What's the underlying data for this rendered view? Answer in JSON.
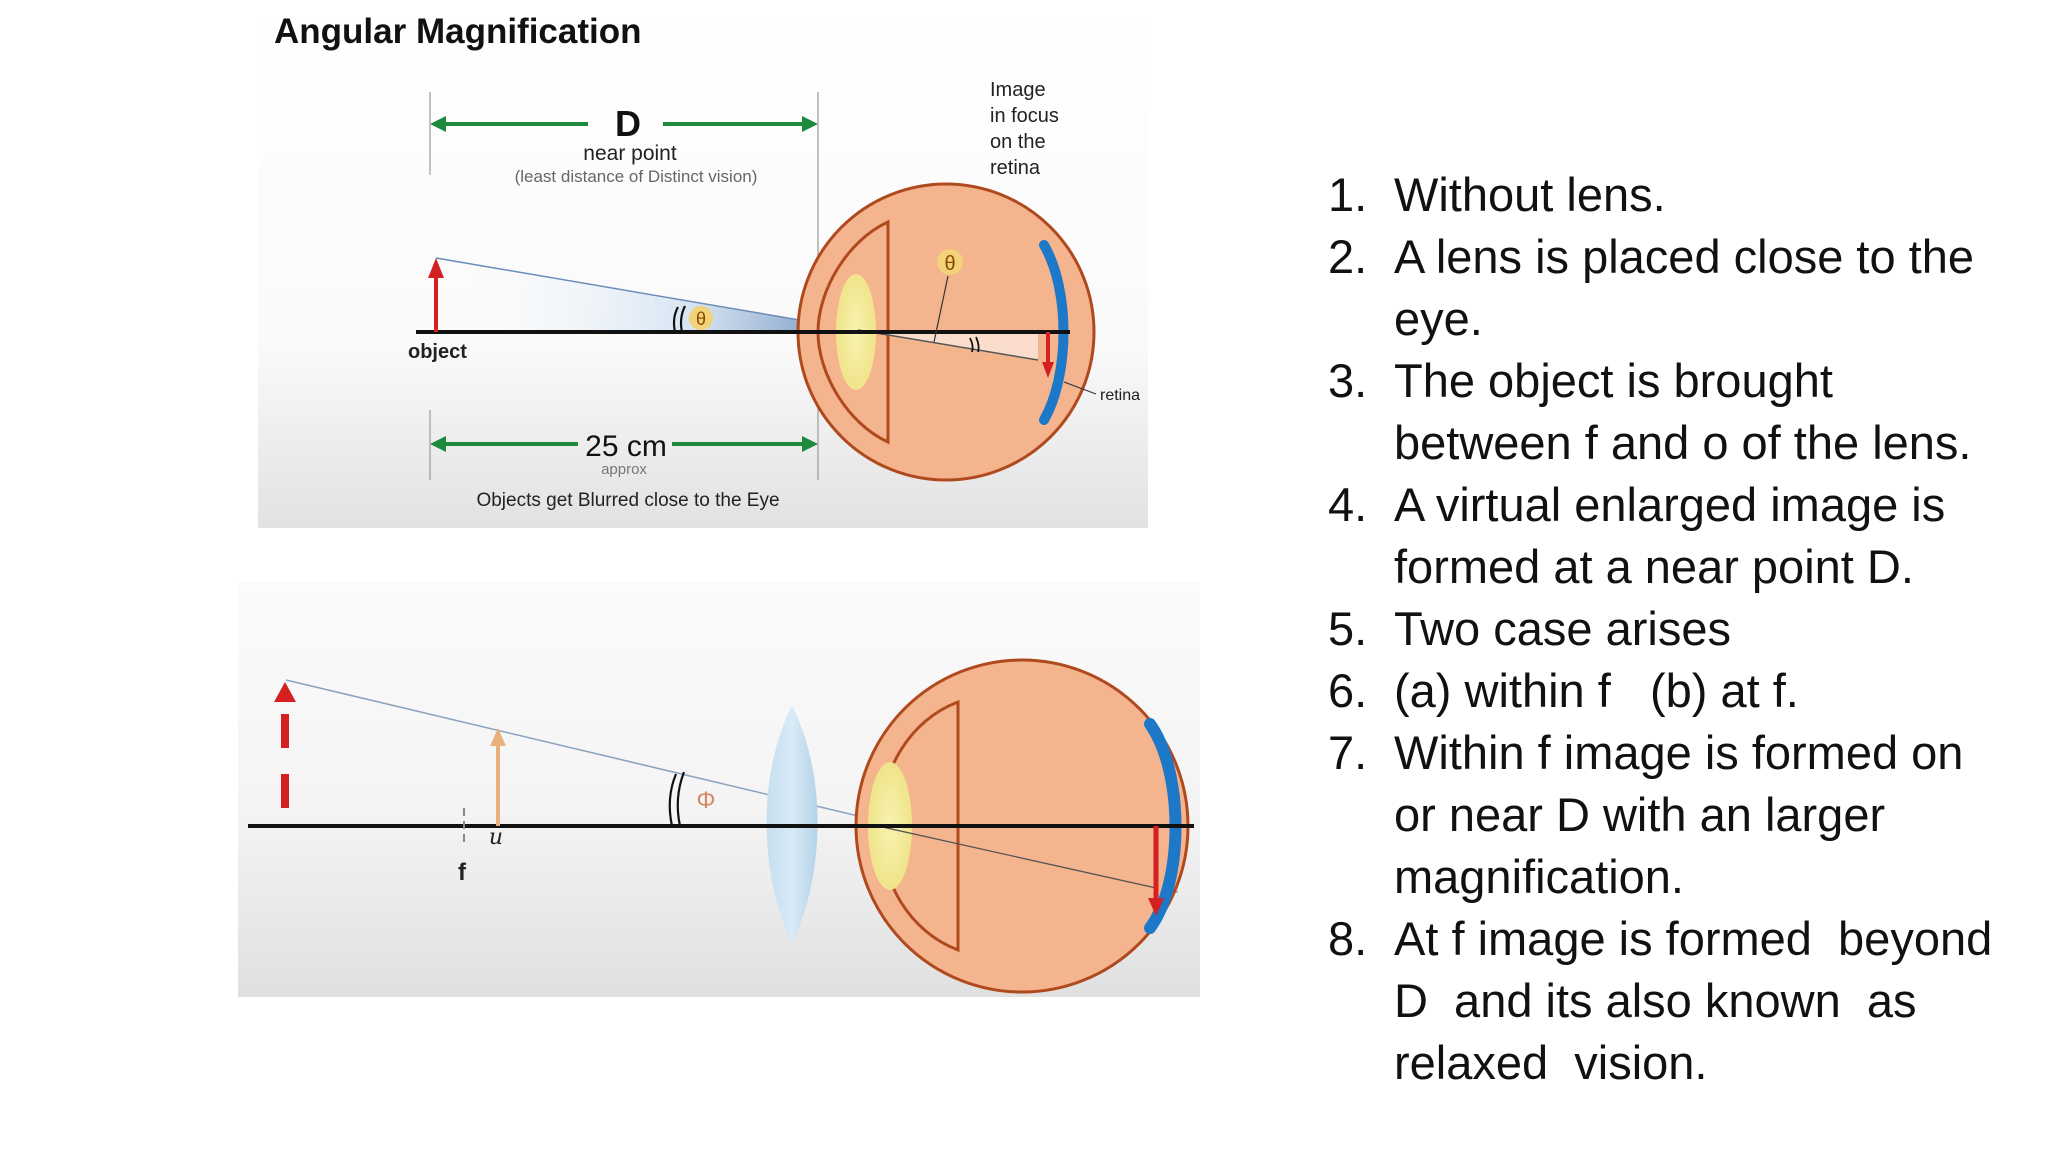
{
  "top_diagram": {
    "title": "Angular Magnification",
    "d_label": "D",
    "near_point_label": "near point",
    "near_point_sub": "(least distance of Distinct vision)",
    "image_focus_lines": [
      "Image",
      "in focus",
      "on the",
      "retina"
    ],
    "theta": "θ",
    "object_label": "object",
    "retina_label": "retina",
    "distance_label": "25 cm",
    "approx_label": "approx",
    "caption": "Objects get Blurred close to the Eye"
  },
  "bottom_diagram": {
    "phi": "Φ",
    "u_label": "u",
    "f_label": "f"
  },
  "steps": [
    {
      "num": "1.",
      "lines": [
        "Without lens."
      ]
    },
    {
      "num": "2.",
      "lines": [
        "A lens is placed close to the",
        "eye."
      ]
    },
    {
      "num": "3.",
      "lines": [
        "The object is brought",
        "between f and o of the lens."
      ]
    },
    {
      "num": "4.",
      "lines": [
        "A virtual enlarged image is",
        "formed at a near point D."
      ]
    },
    {
      "num": "5.",
      "lines": [
        "Two case arises"
      ]
    },
    {
      "num": "6.",
      "lines": [
        "(a) within f   (b) at f."
      ]
    },
    {
      "num": "7.",
      "lines": [
        "Within f image is formed on",
        "or near D with an larger",
        "magnification."
      ]
    },
    {
      "num": "8.",
      "lines": [
        "At f image is formed  beyond",
        "D  and its also known  as",
        "relaxed  vision."
      ]
    }
  ],
  "colors": {
    "arrow_green": "#1e8a3e",
    "object_red": "#d42020",
    "eye_fill": "#f4b48e",
    "eye_outline": "#b04a1e",
    "lens_yellow": "#f4ec98",
    "retina_blue": "#1e78c8",
    "object_tan": "#e8b07c",
    "eyepiece_lens": "#bcd8ec"
  }
}
